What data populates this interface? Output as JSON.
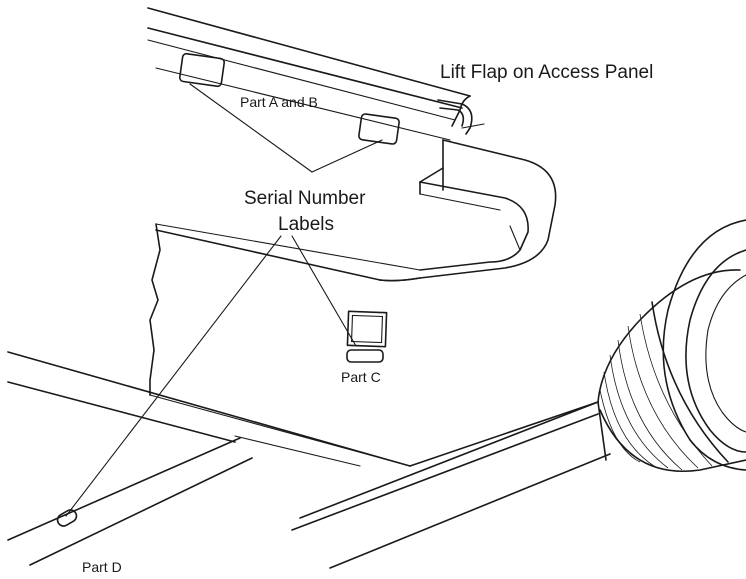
{
  "labels": {
    "lift_flap": "Lift Flap on Access Panel",
    "part_ab": "Part A and B",
    "serial_line1": "Serial Number",
    "serial_line2": "Labels",
    "part_c": "Part C",
    "part_d": "Part D"
  },
  "colors": {
    "ink": "#1a1a1a",
    "background": "#ffffff"
  }
}
